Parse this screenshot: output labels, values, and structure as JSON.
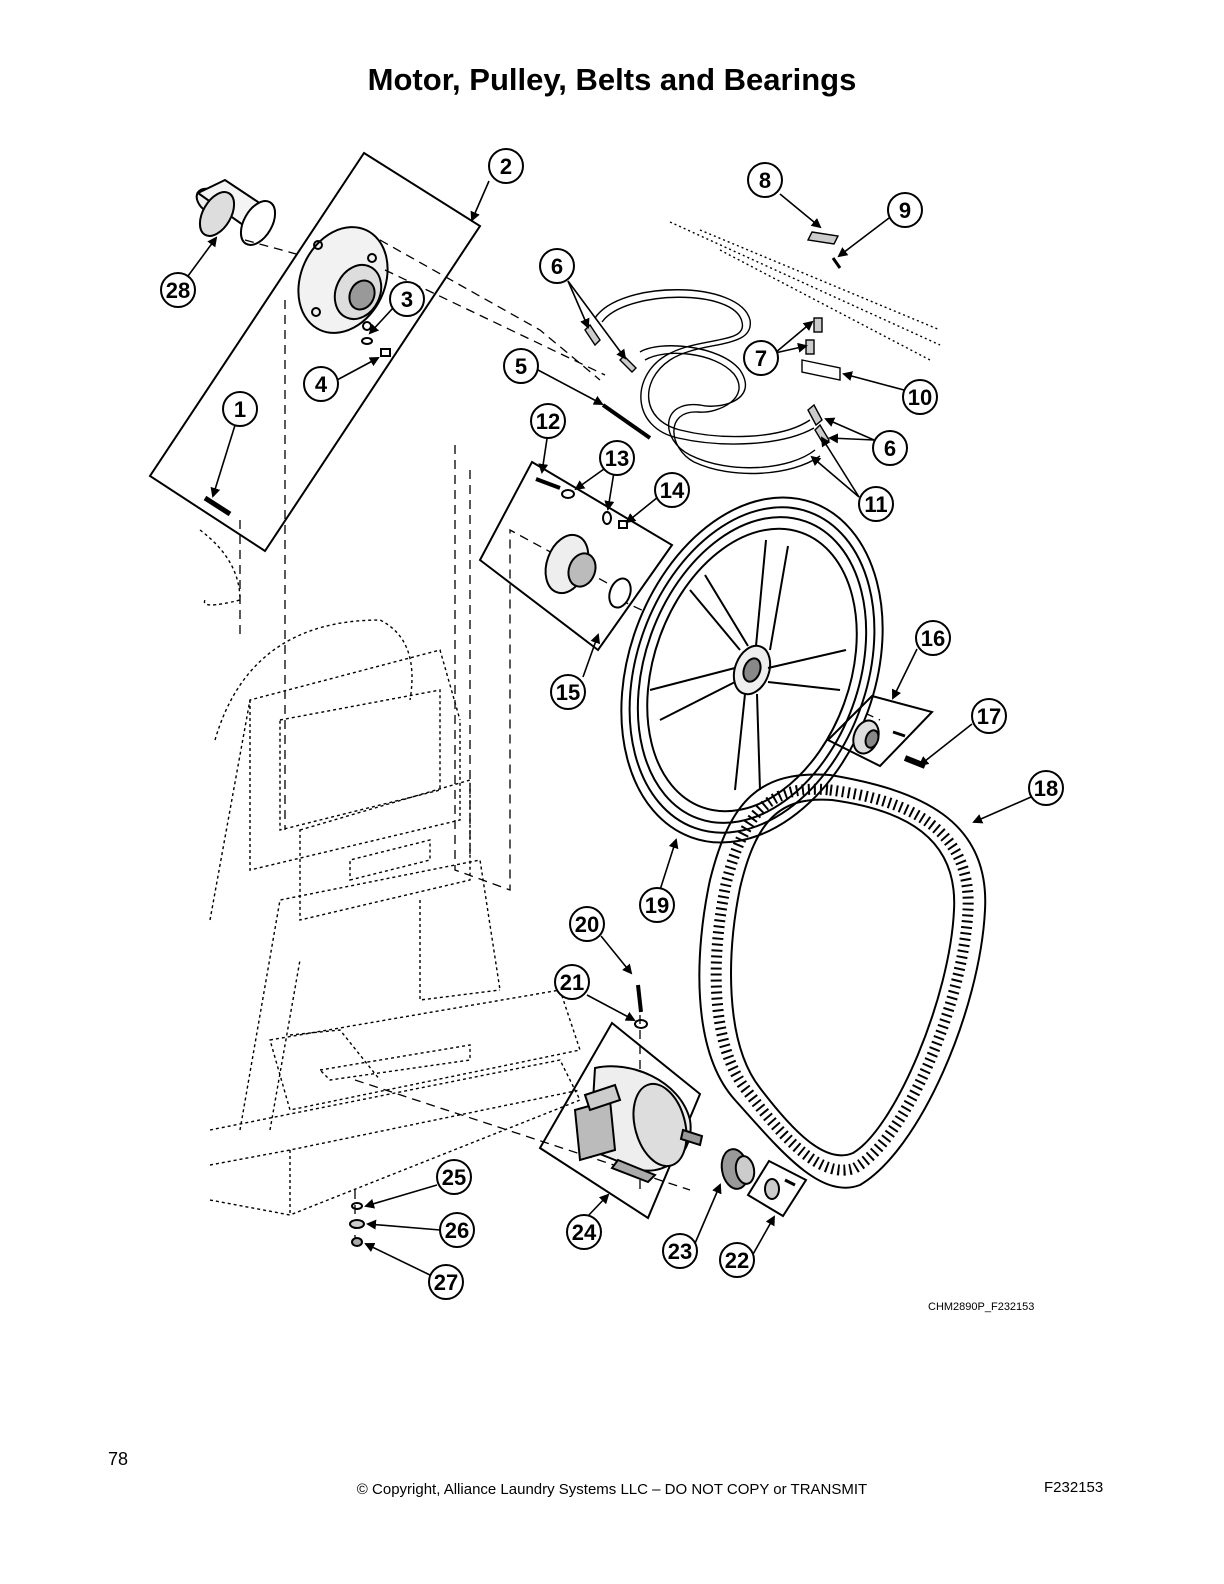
{
  "page": {
    "title": "Motor, Pulley, Belts and Bearings",
    "figure_id": "CHM2890P_F232153",
    "page_number": "78",
    "copyright": "© Copyright, Alliance Laundry Systems LLC – DO NOT COPY or TRANSMIT",
    "doc_code": "F232153"
  },
  "callouts": [
    {
      "id": "c1",
      "label": "1"
    },
    {
      "id": "c2",
      "label": "2"
    },
    {
      "id": "c3",
      "label": "3"
    },
    {
      "id": "c4",
      "label": "4"
    },
    {
      "id": "c5",
      "label": "5"
    },
    {
      "id": "c6a",
      "label": "6"
    },
    {
      "id": "c6b",
      "label": "6"
    },
    {
      "id": "c7",
      "label": "7"
    },
    {
      "id": "c8",
      "label": "8"
    },
    {
      "id": "c9",
      "label": "9"
    },
    {
      "id": "c10",
      "label": "10"
    },
    {
      "id": "c11",
      "label": "11"
    },
    {
      "id": "c12",
      "label": "12"
    },
    {
      "id": "c13",
      "label": "13"
    },
    {
      "id": "c14",
      "label": "14"
    },
    {
      "id": "c15",
      "label": "15"
    },
    {
      "id": "c16",
      "label": "16"
    },
    {
      "id": "c17",
      "label": "17"
    },
    {
      "id": "c18",
      "label": "18"
    },
    {
      "id": "c19",
      "label": "19"
    },
    {
      "id": "c20",
      "label": "20"
    },
    {
      "id": "c21",
      "label": "21"
    },
    {
      "id": "c22",
      "label": "22"
    },
    {
      "id": "c23",
      "label": "23"
    },
    {
      "id": "c24",
      "label": "24"
    },
    {
      "id": "c25",
      "label": "25"
    },
    {
      "id": "c26",
      "label": "26"
    },
    {
      "id": "c27",
      "label": "27"
    },
    {
      "id": "c28",
      "label": "28"
    }
  ]
}
